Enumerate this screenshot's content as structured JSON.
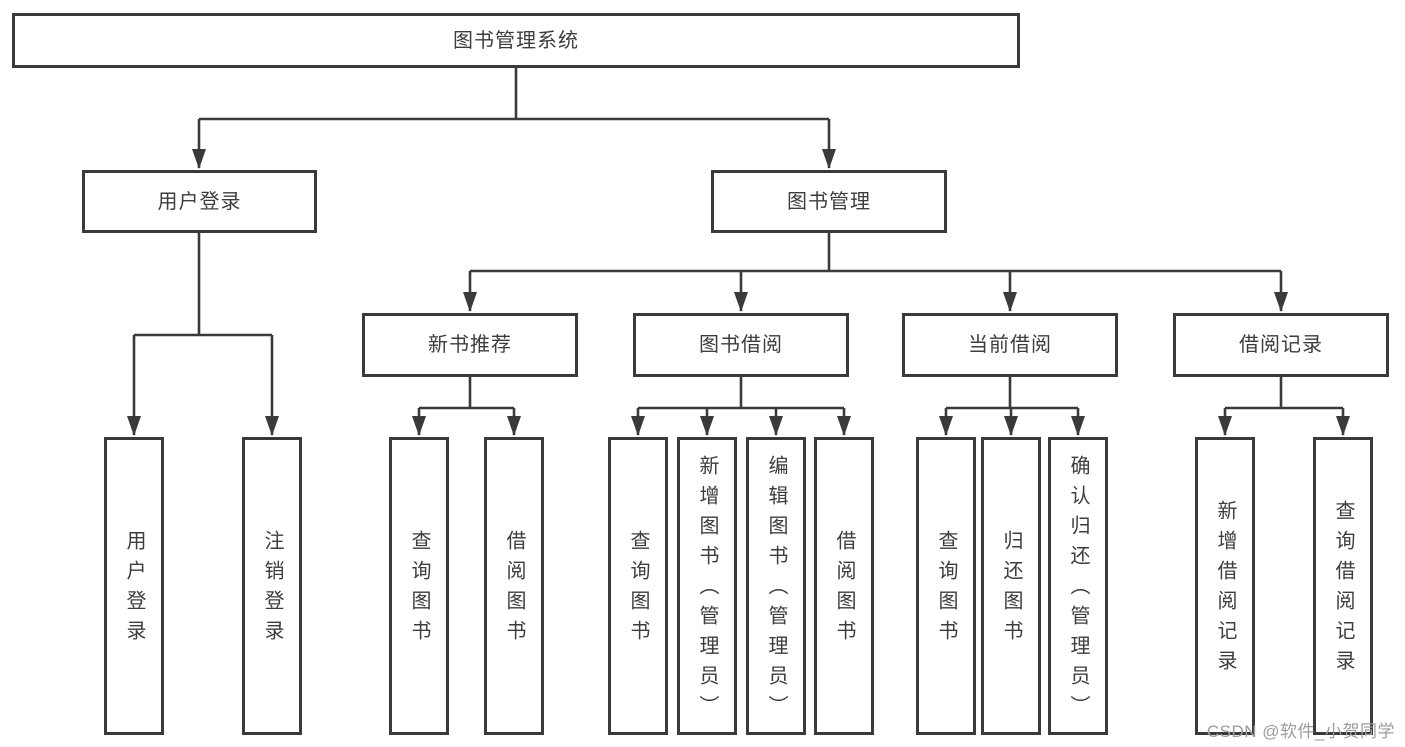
{
  "diagram": {
    "root": {
      "label": "图书管理系统"
    },
    "level2": [
      {
        "label": "用户登录"
      },
      {
        "label": "图书管理",
        "parent": "图书管理系统"
      }
    ],
    "level3": [
      {
        "label": "新书推荐",
        "parent": "图书管理"
      },
      {
        "label": "图书借阅",
        "parent": "图书管理"
      },
      {
        "label": "当前借阅",
        "parent": "图书管理"
      },
      {
        "label": "借阅记录",
        "parent": "图书管理"
      }
    ],
    "leaves": [
      {
        "label": "用户登录",
        "parent": "用户登录"
      },
      {
        "label": "注销登录",
        "parent": "用户登录"
      },
      {
        "label": "查询图书",
        "parent": "新书推荐"
      },
      {
        "label": "借阅图书",
        "parent": "新书推荐"
      },
      {
        "label": "查询图书",
        "parent": "图书借阅"
      },
      {
        "label": "新增图书（管理员）",
        "parent": "图书借阅"
      },
      {
        "label": "编辑图书（管理员）",
        "parent": "图书借阅"
      },
      {
        "label": "借阅图书",
        "parent": "图书借阅"
      },
      {
        "label": "查询图书",
        "parent": "当前借阅"
      },
      {
        "label": "归还图书",
        "parent": "当前借阅"
      },
      {
        "label": "确认归还（管理员）",
        "parent": "当前借阅"
      },
      {
        "label": "新增借阅记录",
        "parent": "借阅记录"
      },
      {
        "label": "查询借阅记录",
        "parent": "借阅记录"
      }
    ]
  },
  "watermark": {
    "text": "CSDN @软件_小贺同学"
  },
  "colors": {
    "line": "#3a3a3a",
    "text": "#3d3d3d",
    "box_bg": "#ffffff",
    "watermark": "#9c9c9c",
    "background": "#ffffff"
  }
}
